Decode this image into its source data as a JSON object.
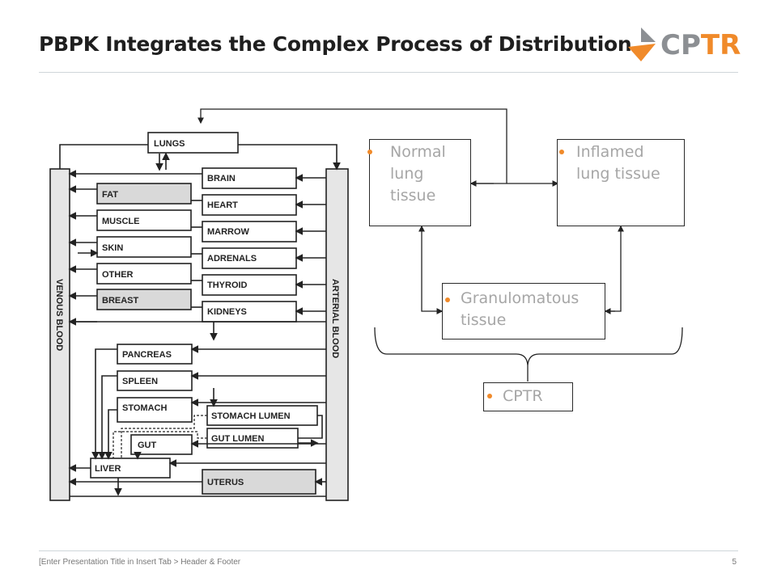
{
  "slide": {
    "title": "PBPK Integrates the Complex Process of Distribution",
    "logo_text_gray": "CP",
    "logo_text_orange": "TR",
    "footer_text": "[Enter Presentation Title in Insert Tab > Header & Footer",
    "page_number": "5"
  },
  "pbpk": {
    "lungs": "LUNGS",
    "venous": "VENOUS BLOOD",
    "arterial": "ARTERIAL BLOOD",
    "left_organs": [
      "FAT",
      "MUSCLE",
      "SKIN",
      "OTHER",
      "BREAST"
    ],
    "right_organs": [
      "BRAIN",
      "HEART",
      "MARROW",
      "ADRENALS",
      "THYROID",
      "KIDNEYS"
    ],
    "gi_organs": [
      "PANCREAS",
      "SPLEEN",
      "STOMACH",
      "GUT"
    ],
    "stomach_lumen": "STOMACH LUMEN",
    "gut_lumen": "GUT LUMEN",
    "liver": "LIVER",
    "uterus": "UTERUS"
  },
  "tissue": {
    "normal": [
      "Normal",
      "lung",
      "tissue"
    ],
    "inflamed": [
      "Inflamed",
      "lung tissue"
    ],
    "granulomatous": [
      "Granulomatous",
      "tissue"
    ],
    "cptr": "CPTR"
  },
  "colors": {
    "accent": "#f08a2a",
    "gray_logo": "#8c8f93",
    "bullet_text": "#a6a6a6",
    "shaded_box": "#d9d9d9"
  }
}
